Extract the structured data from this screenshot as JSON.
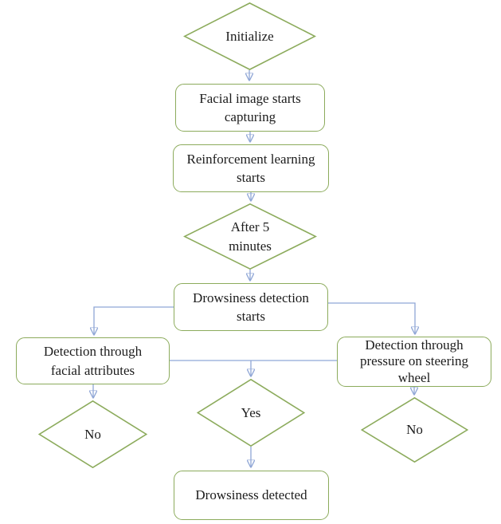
{
  "diagram": {
    "type": "flowchart",
    "nodes": {
      "initialize": {
        "label": "Initialize",
        "shape": "decision"
      },
      "facial_capture": {
        "label": "Facial image starts\ncapturing",
        "shape": "process"
      },
      "reinforcement": {
        "label": "Reinforcement learning\nstarts",
        "shape": "process"
      },
      "after_5_minutes": {
        "label": "After 5\nminutes",
        "shape": "decision"
      },
      "detection_starts": {
        "label": "Drowsiness detection\nstarts",
        "shape": "process"
      },
      "facial_attributes": {
        "label": "Detection through\nfacial attributes",
        "shape": "process"
      },
      "steering_pressure": {
        "label": "Detection through\npressure on steering\nwheel",
        "shape": "process"
      },
      "yes": {
        "label": "Yes",
        "shape": "decision"
      },
      "no_left": {
        "label": "No",
        "shape": "decision"
      },
      "no_right": {
        "label": "No",
        "shape": "decision"
      },
      "drowsiness_detected": {
        "label": "Drowsiness detected",
        "shape": "process"
      }
    },
    "edges": [
      "initialize -> facial_capture",
      "facial_capture -> reinforcement",
      "reinforcement -> after_5_minutes",
      "after_5_minutes -> detection_starts",
      "detection_starts -> facial_attributes",
      "detection_starts -> steering_pressure",
      "facial_attributes -> yes",
      "steering_pressure -> yes",
      "facial_attributes -> no_left",
      "steering_pressure -> no_right",
      "yes -> drowsiness_detected"
    ],
    "colors": {
      "shape_border": "#8cab5c",
      "shape_fill": "#ffffff",
      "connector_line": "#8fa6d6",
      "arrowhead": "#2e5fae",
      "text": "#1c1c1c",
      "background": "#ffffff"
    }
  }
}
